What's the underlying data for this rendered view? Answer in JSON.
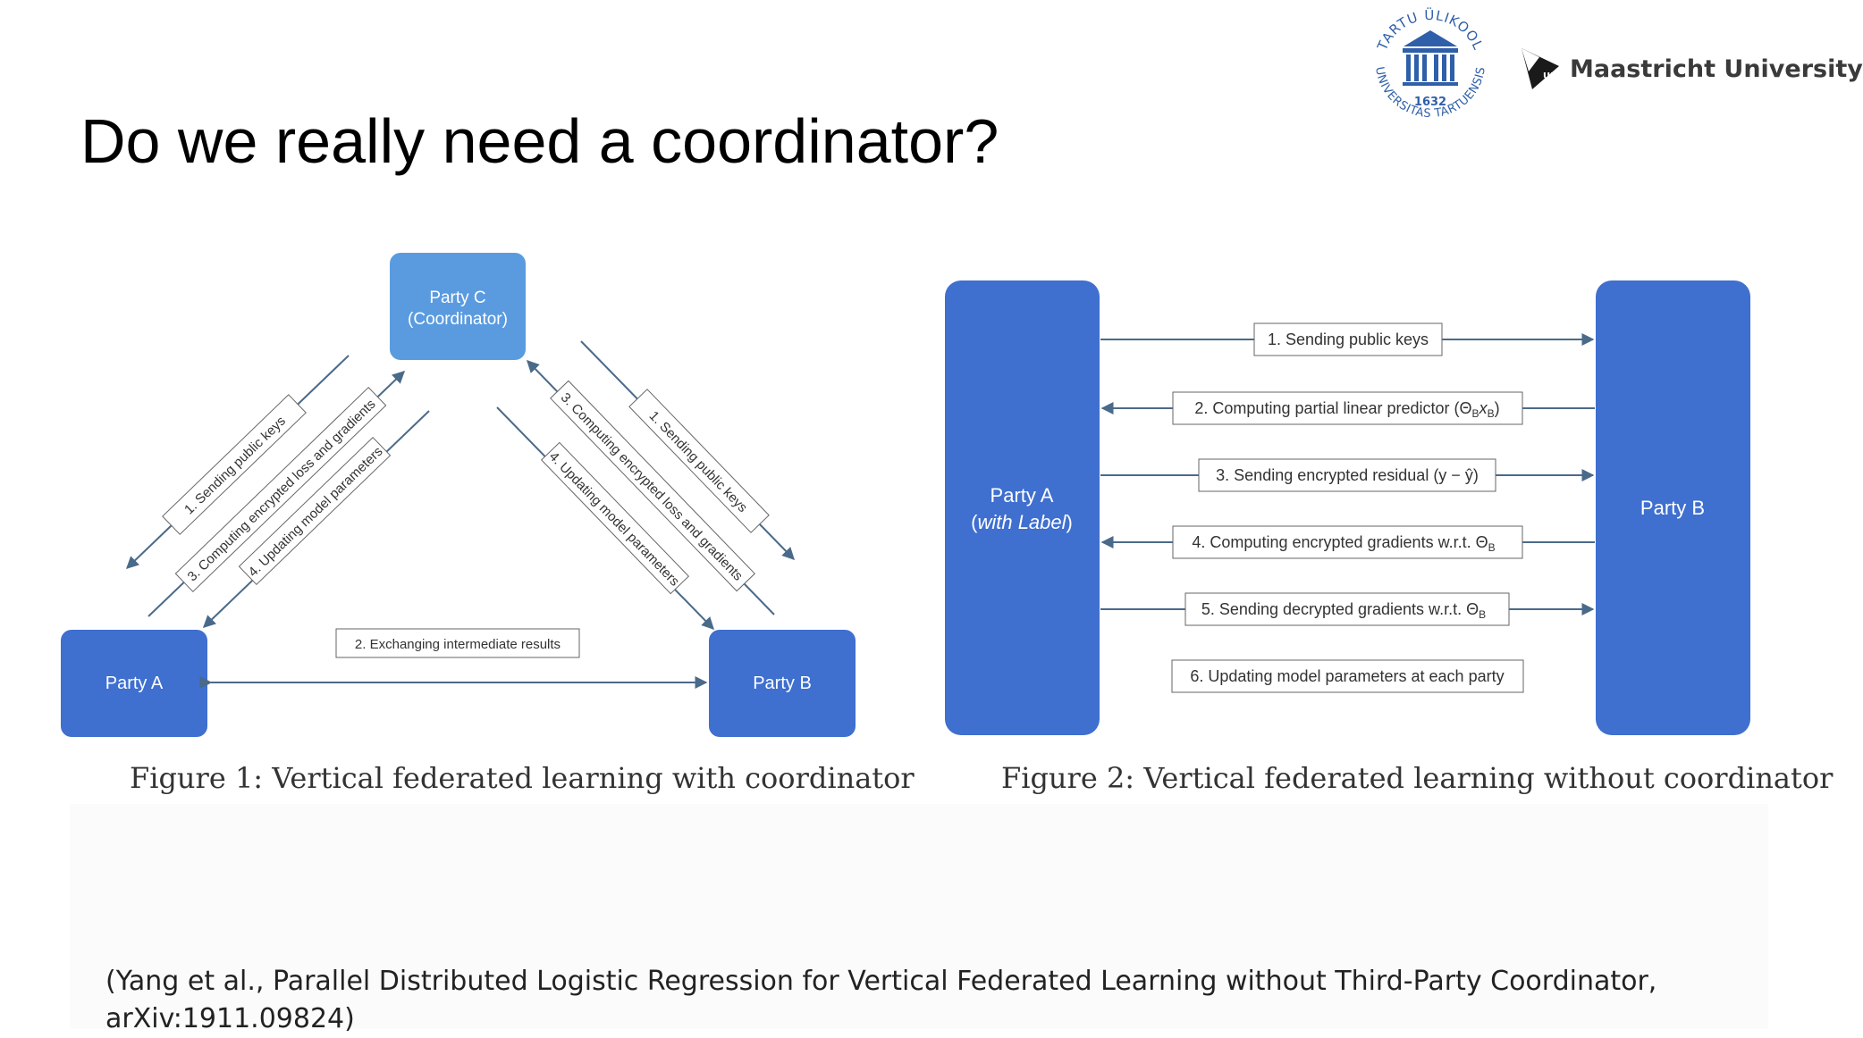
{
  "slide": {
    "title": "Do we really need a coordinator?",
    "citation": "(Yang et al., Parallel Distributed Logistic Regression for Vertical Federated  Learning without Third-Party Coordinator, arXiv:1911.09824)"
  },
  "logos": {
    "tartu": {
      "top_text": "TARTU ÜLIKOOL",
      "bottom_text": "UNIVERSITAS TARTUENSIS",
      "year": "1632"
    },
    "maastricht": {
      "name": "Maastricht University",
      "mark": "UM"
    }
  },
  "figure1": {
    "caption": "Figure 1: Vertical federated learning with coordinator",
    "party_c_line1": "Party C",
    "party_c_line2": "(Coordinator)",
    "party_a": "Party A",
    "party_b": "Party B",
    "left_labels": [
      "1. Sending public keys",
      "3. Computing encrypted loss and gradients",
      "4. Updating model parameters"
    ],
    "right_labels": [
      "3. Computing encrypted loss and gradients",
      "1. Sending public keys",
      "4. Updating model parameters"
    ],
    "bottom_label": "2. Exchanging intermediate results"
  },
  "figure2": {
    "caption": "Figure 2: Vertical federated learning without coordinator",
    "party_a_line1": "Party A",
    "party_a_line2_open": "(",
    "party_a_line2_italic": "with Label",
    "party_a_line2_close": ")",
    "party_b": "Party B",
    "steps": [
      "1. Sending public keys",
      "2. Computing partial  linear predictor (Θ",
      "3. Sending encrypted residual (y − ŷ)",
      "4. Computing encrypted gradients w.r.t. Θ",
      "5. Sending decrypted gradients w.r.t. Θ",
      "6. Updating model parameters at each party"
    ],
    "step2_sub1": "B",
    "step2_mid": "x",
    "step2_sub2": "B",
    "step2_close": ")",
    "step4_sub": "B",
    "step5_sub": "B"
  },
  "colors": {
    "party_box": "#3f6fcf",
    "coordinator_box": "#5a9be0",
    "arrow": "#4a6a8a",
    "label_border": "#666666"
  }
}
